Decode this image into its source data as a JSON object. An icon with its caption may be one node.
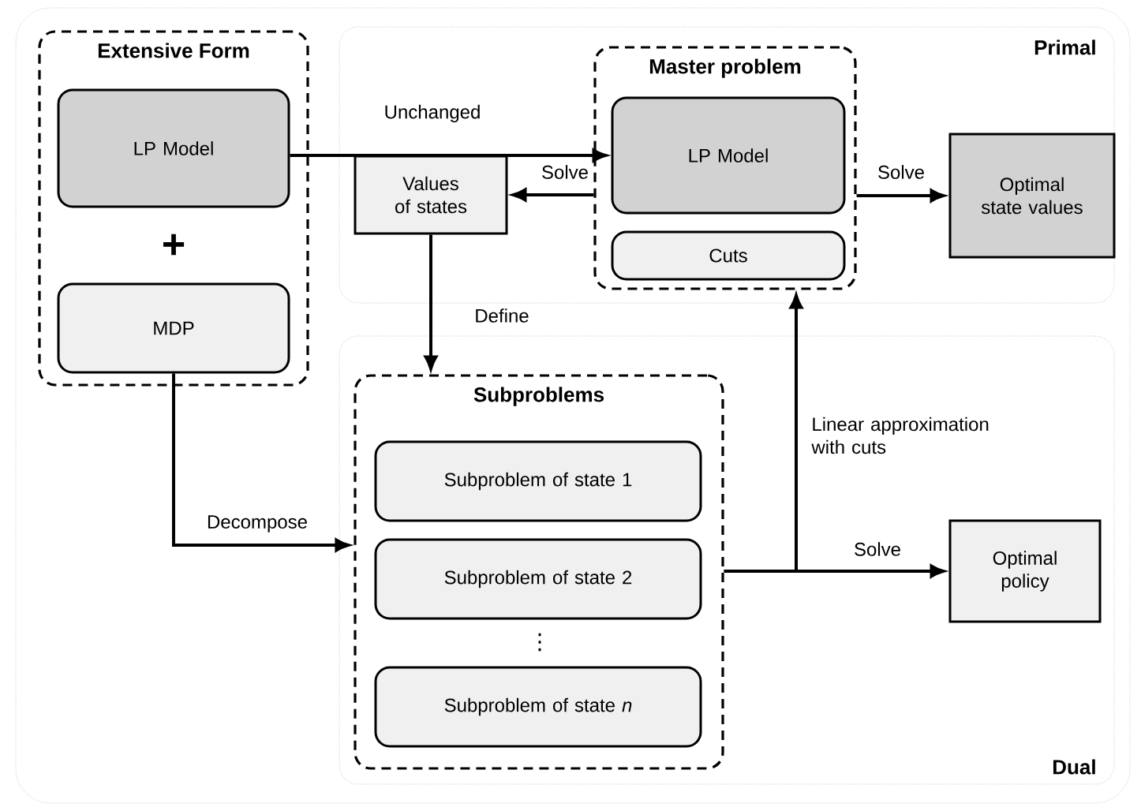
{
  "diagram": {
    "nodes": [
      {
        "text": [
          "Primal"
        ]
      },
      {
        "text": [
          "Dual"
        ]
      },
      {
        "text": [
          "Extensive Form"
        ]
      },
      {
        "text": [
          "LP Model"
        ],
        "in": 2
      },
      {
        "text": [
          "MDP"
        ],
        "in": 2
      },
      {
        "text": [
          "Master problem"
        ],
        "in": 0
      },
      {
        "text": [
          "LP Model"
        ],
        "in": 5
      },
      {
        "text": [
          "Cuts"
        ],
        "in": 5
      },
      {
        "text": [
          "Values of states"
        ],
        "in": 0
      },
      {
        "text": [
          "Optimal state values"
        ],
        "in": 0
      },
      {
        "text": [
          "Subproblems"
        ],
        "in": 1
      },
      {
        "text": [
          "Subproblem of state 1"
        ],
        "in": 10
      },
      {
        "text": [
          "Subproblem of state 2"
        ],
        "in": 10
      },
      {
        "text": [
          "Subproblem of state *n*"
        ],
        "in": 10
      },
      {
        "text": [
          "Optimal policy"
        ],
        "in": 1
      }
    ],
    "edges": [
      {
        "from": 3,
        "to": 6,
        "arrow": "to",
        "label": "Unchanged"
      },
      {
        "from": 5,
        "to": 8,
        "arrow": "to",
        "label": "Solve"
      },
      {
        "from": 5,
        "to": 9,
        "arrow": "to",
        "label": "Solve"
      },
      {
        "from": 8,
        "to": 10,
        "arrow": "to",
        "label": "Define"
      },
      {
        "from": 4,
        "to": 10,
        "arrow": "to",
        "label": "Decompose"
      },
      {
        "from": 10,
        "to": 14,
        "arrow": "to",
        "label": "Solve"
      },
      {
        "from": 10,
        "to": 5,
        "arrow": "to",
        "label": "Linear approximation with cuts"
      }
    ],
    "labels": [
      "+",
      "⋮"
    ]
  }
}
